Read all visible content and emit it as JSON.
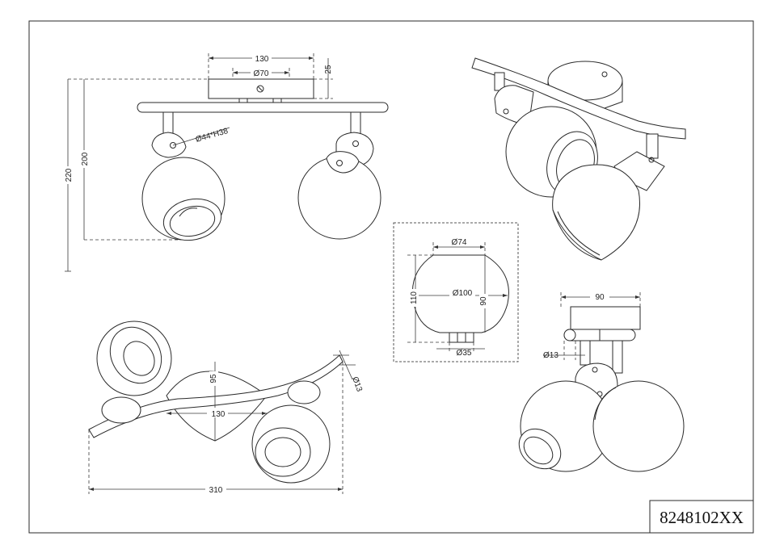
{
  "product_code": "8248102XX",
  "front_view": {
    "canopy_width": "130",
    "canopy_inner": "Ø70",
    "canopy_height": "25",
    "total_height": "220",
    "arm_height": "200",
    "spot_size": "Ø44*H38"
  },
  "shade_detail": {
    "top_diameter": "Ø74",
    "max_diameter": "Ø100",
    "body_height": "90",
    "total_height": "110",
    "base_diameter": "Ø35"
  },
  "top_view": {
    "shade_height": "95",
    "shade_width": "130",
    "bar_diameter": "Ø13",
    "total_length": "310"
  },
  "side_view": {
    "canopy_width": "90",
    "bar_diameter": "Ø13"
  }
}
